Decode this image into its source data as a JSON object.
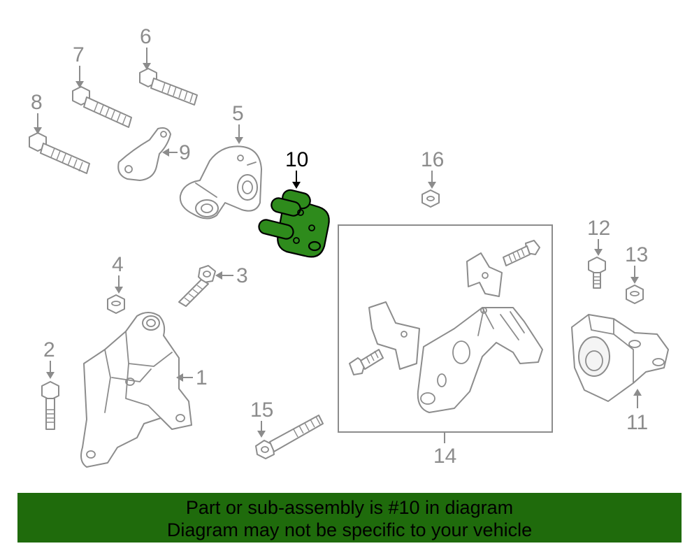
{
  "callouts": {
    "c1": "1",
    "c2": "2",
    "c3": "3",
    "c4": "4",
    "c5": "5",
    "c6": "6",
    "c7": "7",
    "c8": "8",
    "c9": "9",
    "c10": "10",
    "c11": "11",
    "c12": "12",
    "c13": "13",
    "c14": "14",
    "c15": "15",
    "c16": "16"
  },
  "highlighted_part": "10",
  "colors": {
    "highlight": "#2e8b1c",
    "banner": "#1f6b0c",
    "line_art": "#8c8c8c"
  },
  "banner": {
    "line1": "Part or sub-assembly is #10 in diagram",
    "line2": "Diagram may not be specific to your vehicle"
  }
}
